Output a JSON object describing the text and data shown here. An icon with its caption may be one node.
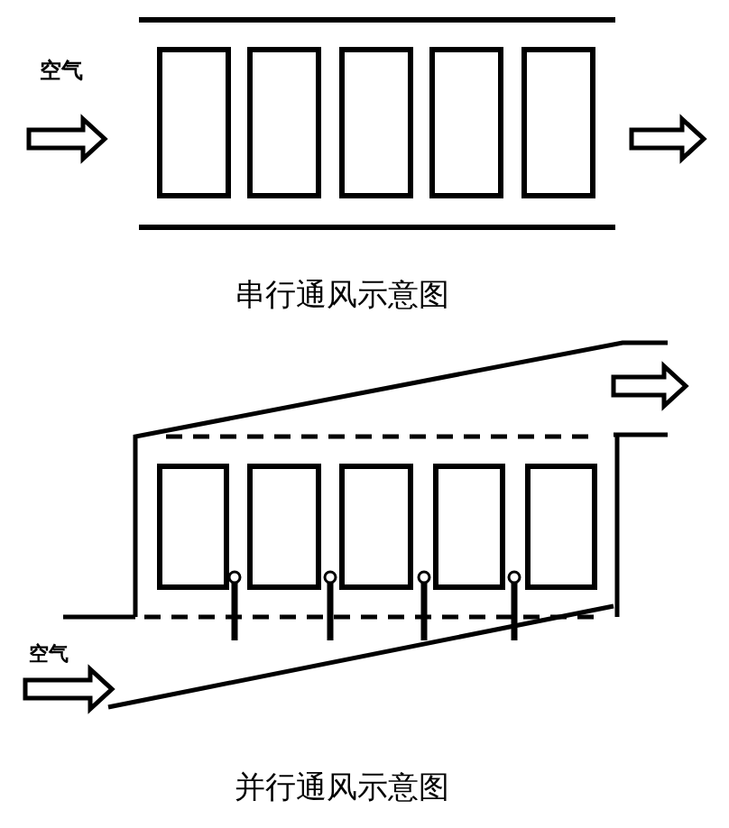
{
  "diagram": {
    "nodes": [
      {
        "text": [],
        "shape": "box"
      },
      {
        "text": [],
        "shape": "box"
      },
      {
        "text": [],
        "shape": "box"
      },
      {
        "text": [],
        "shape": "box"
      },
      {
        "text": [],
        "shape": "box"
      },
      {
        "text": [],
        "shape": "box"
      },
      {
        "text": [],
        "shape": "box"
      },
      {
        "text": [],
        "shape": "box"
      },
      {
        "text": [],
        "shape": "box"
      },
      {
        "text": [],
        "shape": "box"
      }
    ],
    "labels": [
      "空气",
      "串行通风示意图",
      "空气",
      "并行通风示意图"
    ]
  }
}
